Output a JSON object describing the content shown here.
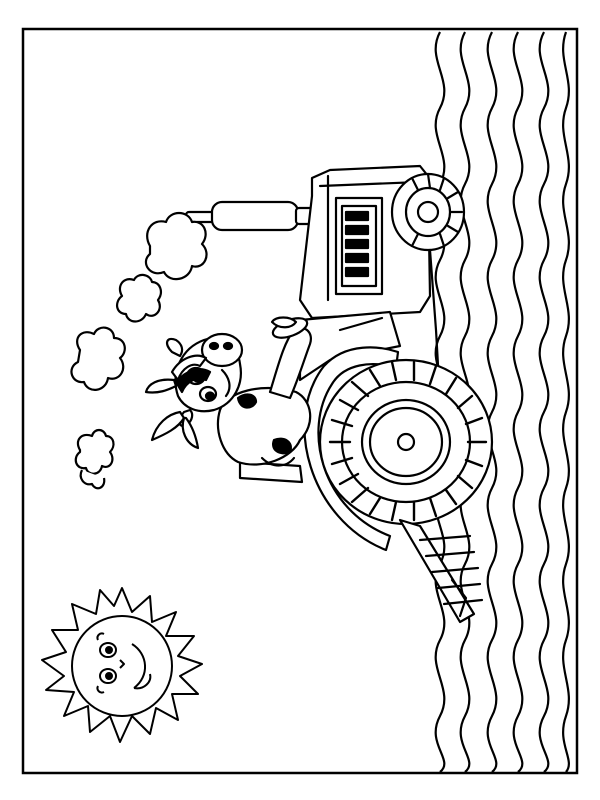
{
  "image": {
    "kind": "coloring-page",
    "subject": "cow-driving-tractor",
    "orientation": "rotated-90-degrees",
    "colors": {
      "background": "#ffffff",
      "ink": "#000000"
    },
    "elements": [
      "page-frame",
      "field-wavy-rows",
      "tractor",
      "cow-driver",
      "smoke-clouds",
      "smiling-sun"
    ]
  }
}
